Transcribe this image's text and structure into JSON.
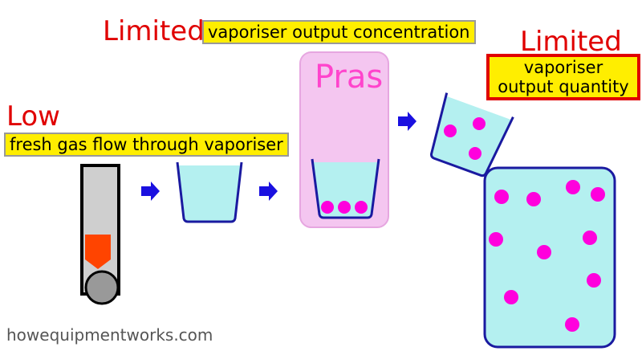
{
  "labels": {
    "limited_left": "Limited",
    "concentration_box": "vaporiser output concentration",
    "limited_right": "Limited",
    "quantity_box": "vaporiser output quantity",
    "low": "Low",
    "flow_box": "fresh gas flow through vaporiser",
    "pras": "Pras"
  },
  "footer": {
    "site": "howequipmentworks.com"
  },
  "colors": {
    "label_red": "#e00000",
    "highlight_yellow": "#ffee00",
    "liquid_cyan": "#b4f0f0",
    "container_blue": "#1a1aa0",
    "molecule_magenta": "#ff00dd",
    "arrow_blue": "#1a10e0",
    "pras_panel_pink": "#f4c6f0",
    "flowmeter_tube_grey": "#cfcfcf",
    "bobbin_orange": "#ff4400"
  },
  "icons": {
    "arrow": "right-arrow-icon",
    "flowmeter": "flowmeter-icon",
    "cup": "cup-icon",
    "tank": "tank-icon"
  }
}
